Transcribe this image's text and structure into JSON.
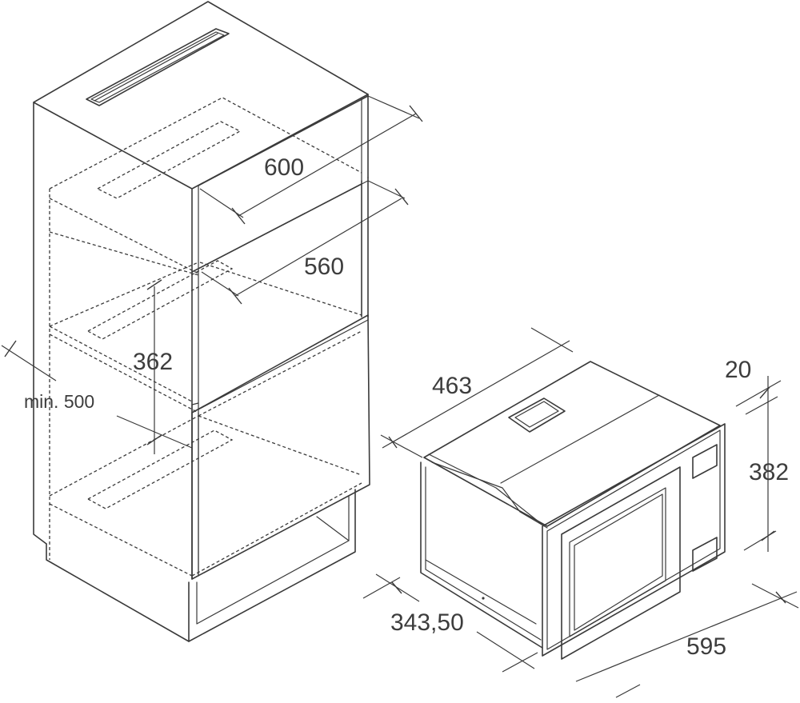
{
  "dimensions": {
    "cabinet_width": "600",
    "niche_width": "560",
    "niche_height": "362",
    "min_depth": "min. 500",
    "appliance_depth": "463",
    "frame_thickness": "20",
    "appliance_height": "382",
    "body_width": "343,50",
    "appliance_width": "595"
  },
  "colors": {
    "line": "#3a3a3a",
    "text": "#3d3d3d",
    "background": "#ffffff"
  }
}
